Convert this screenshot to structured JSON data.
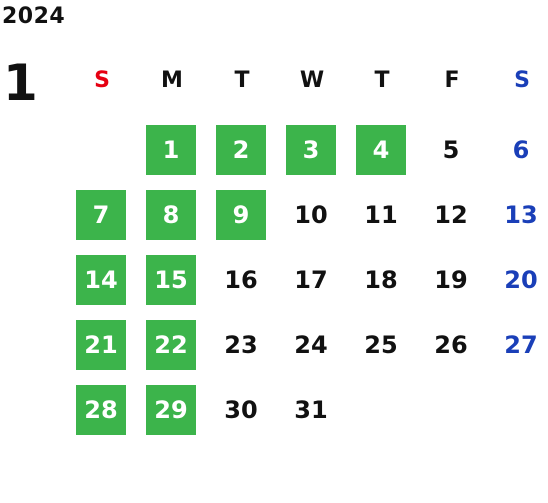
{
  "calendar": {
    "year": "2024",
    "month": "1",
    "weekdays": [
      {
        "label": "S",
        "color": "#e60012"
      },
      {
        "label": "M",
        "color": "#111111"
      },
      {
        "label": "T",
        "color": "#111111"
      },
      {
        "label": "W",
        "color": "#111111"
      },
      {
        "label": "T",
        "color": "#111111"
      },
      {
        "label": "F",
        "color": "#111111"
      },
      {
        "label": "S",
        "color": "#1a3fb8"
      }
    ],
    "first_weekday_index": 1,
    "days_in_month": 31,
    "highlighted_days": [
      1,
      2,
      3,
      4,
      7,
      8,
      9,
      14,
      15,
      21,
      22,
      28,
      29
    ],
    "colors": {
      "highlight_bg": "#3cb44b",
      "highlight_text": "#ffffff",
      "weekday_text": "#111111",
      "saturday_text": "#1a3fb8",
      "sunday_text": "#e60012"
    }
  }
}
